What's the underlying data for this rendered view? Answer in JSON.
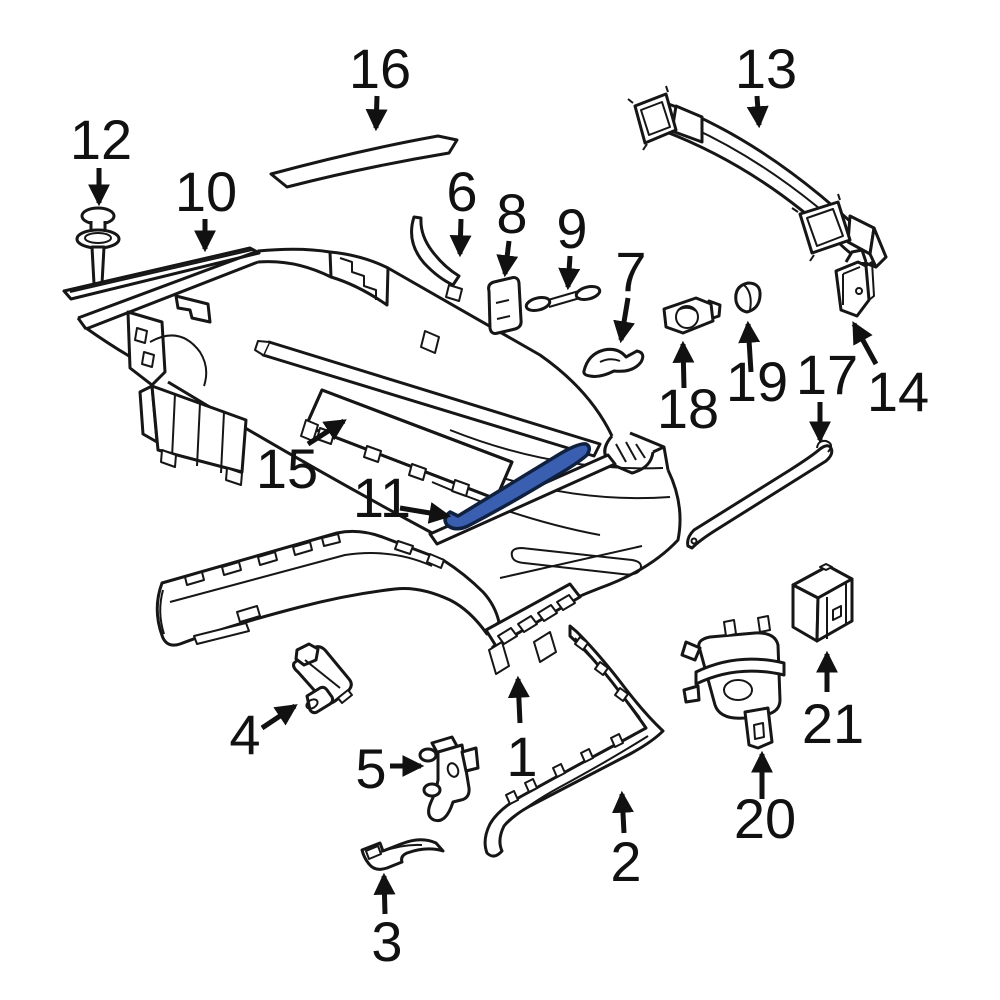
{
  "figure": {
    "type": "exploded-parts-diagram",
    "subject": "rear bumper assembly line drawing",
    "background_color": "#ffffff",
    "line_color": "#161616",
    "highlight_color": "#3a5fb0",
    "highlight_outline_color": "#10203f",
    "highlighted_callout": "11",
    "callout_count": 21
  },
  "callouts": {
    "c1": "1",
    "c2": "2",
    "c3": "3",
    "c4": "4",
    "c5": "5",
    "c6": "6",
    "c7": "7",
    "c8": "8",
    "c9": "9",
    "c10": "10",
    "c11": "11",
    "c12": "12",
    "c13": "13",
    "c14": "14",
    "c15": "15",
    "c16": "16",
    "c17": "17",
    "c18": "18",
    "c19": "19",
    "c20": "20",
    "c21": "21"
  }
}
